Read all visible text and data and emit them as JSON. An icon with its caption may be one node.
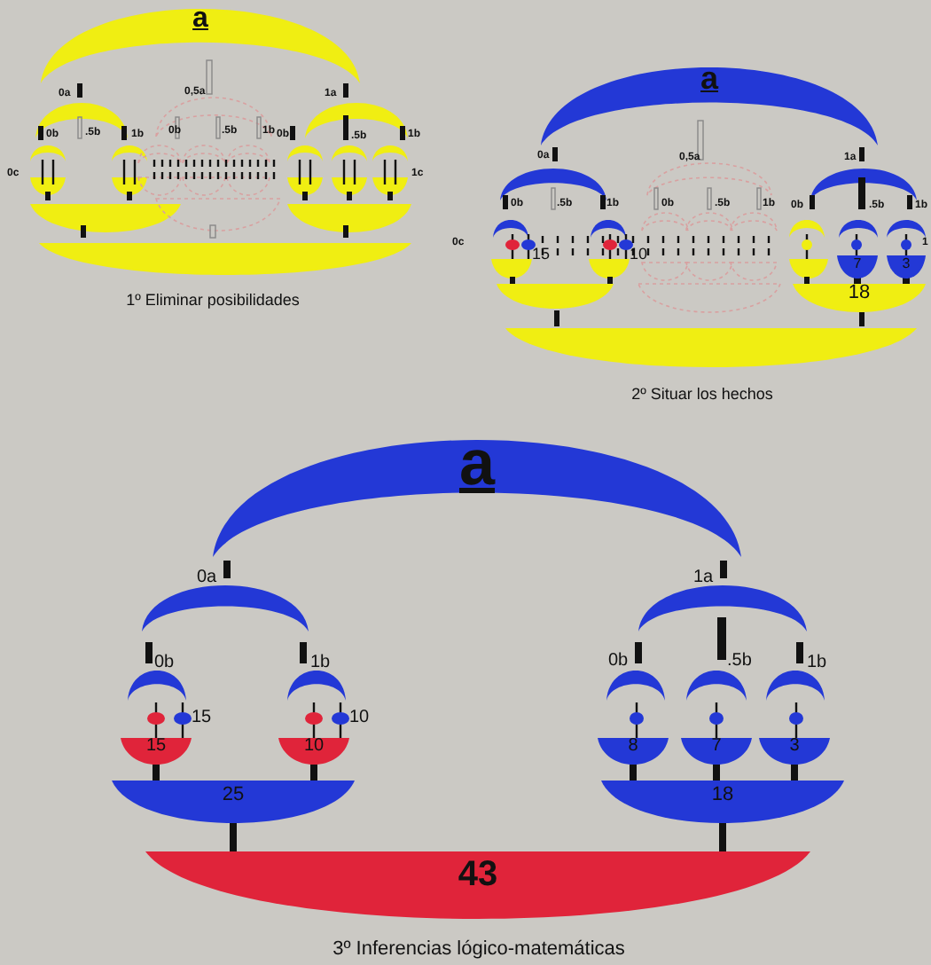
{
  "diagram": {
    "nodes": [
      {
        "text": [
          "a"
        ]
      },
      {
        "text": [
          "a"
        ]
      },
      {
        "text": [
          "7"
        ]
      },
      {
        "text": [
          "3"
        ]
      },
      {
        "text": [
          "18"
        ]
      },
      {
        "text": [
          "a"
        ]
      },
      {
        "text": [
          "15"
        ]
      },
      {
        "text": [
          "10"
        ]
      },
      {
        "text": [
          "8"
        ]
      },
      {
        "text": [
          "7"
        ]
      },
      {
        "text": [
          "3"
        ]
      },
      {
        "text": [
          "25"
        ]
      },
      {
        "text": [
          "18"
        ]
      },
      {
        "text": [
          "43"
        ]
      }
    ],
    "edges": [
      {
        "from": 2,
        "to": 4,
        "arrow": "none"
      },
      {
        "from": 3,
        "to": 4,
        "arrow": "none"
      },
      {
        "from": 6,
        "to": 11,
        "arrow": "none"
      },
      {
        "from": 7,
        "to": 11,
        "arrow": "none"
      },
      {
        "from": 8,
        "to": 12,
        "arrow": "none"
      },
      {
        "from": 9,
        "to": 12,
        "arrow": "none"
      },
      {
        "from": 10,
        "to": 12,
        "arrow": "none"
      },
      {
        "from": 11,
        "to": 13,
        "arrow": "none"
      },
      {
        "from": 12,
        "to": 13,
        "arrow": "none"
      }
    ],
    "labels": [
      "0a",
      "0,5a",
      "1a",
      "0b",
      ".5b",
      "1b",
      "0b",
      ".5b",
      "1b",
      "0b",
      ".5b",
      "1b",
      "0c",
      "1c",
      "1º Eliminar posibilidades",
      "0a",
      "0,5a",
      "1a",
      "0b",
      ".5b",
      "1b",
      "0b",
      ".5b",
      "1b",
      "0b",
      ".5b",
      "1b",
      "0c",
      "15",
      "10",
      "1",
      "2º Situar los hechos",
      "0a",
      "1a",
      "0b",
      "1b",
      "0b",
      ".5b",
      "1b",
      "15",
      "10",
      "3º Inferencias lógico-matemáticas"
    ]
  }
}
